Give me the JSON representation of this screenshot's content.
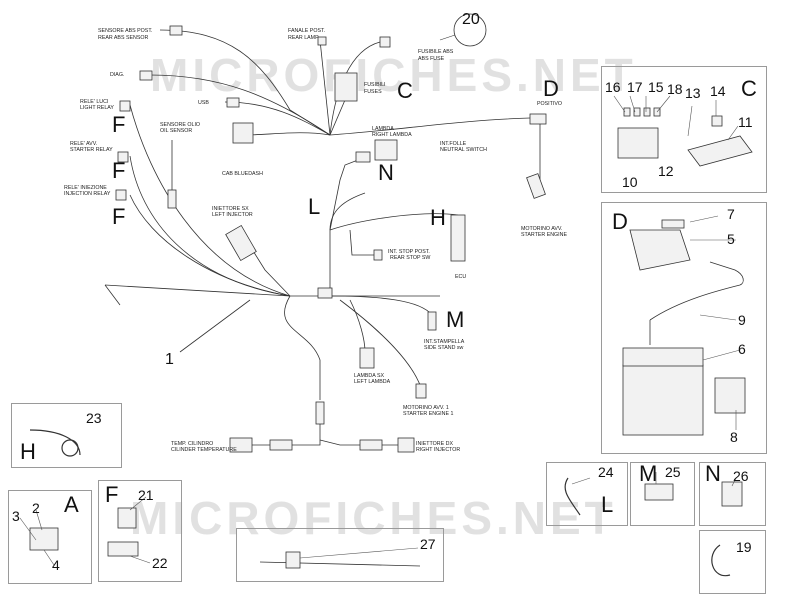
{
  "watermark": "MICROFICHES.NET",
  "main_labels": {
    "abs_sensor": [
      "SENSORE ABS POST.",
      "REAR ABS SENSOR"
    ],
    "rear_lamp": [
      "FANALE POST.",
      "REAR LAMP"
    ],
    "abs_fuse": [
      "FUSIBILE ABS",
      "ABS FUSE"
    ],
    "fuses": [
      "FUSIBILI",
      "FUSES"
    ],
    "diag": "DIAG.",
    "usb": "USB",
    "positivo": "POSITIVO",
    "light_relay": [
      "RELE' LUCI",
      "LIGHT RELAY"
    ],
    "oil_sensor": [
      "SENSORE OLIO",
      "OIL SENSOR"
    ],
    "cab_bluedash": "CAB BLUEDASH",
    "right_lambda": [
      "LAMBDA",
      "RIGHT LAMBDA"
    ],
    "neutral_switch": [
      "INT.FOLLE",
      "NEUTRAL SWITCH"
    ],
    "starter_relay": [
      "RELE' AVV.",
      "STARTER RELAY"
    ],
    "injection_relay": [
      "RELE' INIEZIONE",
      "INJECTION RELAY"
    ],
    "left_injector": [
      "INIETTORE SX",
      "LEFT INJECTOR"
    ],
    "rear_stop_sw": [
      "INT. STOP POST.",
      "REAR STOP SW"
    ],
    "ecu": "ECU",
    "starter_engine": [
      "MOTORINO AVV.",
      "STARTER ENGINE"
    ],
    "side_stand": [
      "INT.STAMPELLA",
      "SIDE STAND sw"
    ],
    "left_lambda": [
      "LAMBDA SX",
      "LEFT LAMBDA"
    ],
    "starter_engine_1": [
      "MOTORINO AVV. 1",
      "STARTER ENGINE 1"
    ],
    "cylinder_temp": [
      "TEMP. CILINDRO",
      "CILINDER TEMPERATURE"
    ],
    "right_injector": [
      "INIETTORE DX",
      "RIGHT INJECTOR"
    ]
  },
  "letters": {
    "c_top": "C",
    "d": "D",
    "f1": "F",
    "f2": "F",
    "f3": "F",
    "n": "N",
    "l": "L",
    "h": "H",
    "m": "M",
    "c_box": "C",
    "d_box": "D",
    "h_box": "H",
    "a_box": "A",
    "f_box": "F",
    "l_box": "L",
    "m_box": "M",
    "n_box": "N"
  },
  "numbers": {
    "n1": "1",
    "n2": "2",
    "n3": "3",
    "n4": "4",
    "n5": "5",
    "n6": "6",
    "n7": "7",
    "n8": "8",
    "n9": "9",
    "n10": "10",
    "n11": "11",
    "n12": "12",
    "n13": "13",
    "n14": "14",
    "n15": "15",
    "n16": "16",
    "n17": "17",
    "n18": "18",
    "n19": "19",
    "n20": "20",
    "n21": "21",
    "n22": "22",
    "n23": "23",
    "n24": "24",
    "n25": "25",
    "n26": "26",
    "n27": "27"
  },
  "colors": {
    "line": "#333333",
    "box_border": "#9a9a9a",
    "watermark": "#c8c8c8"
  }
}
